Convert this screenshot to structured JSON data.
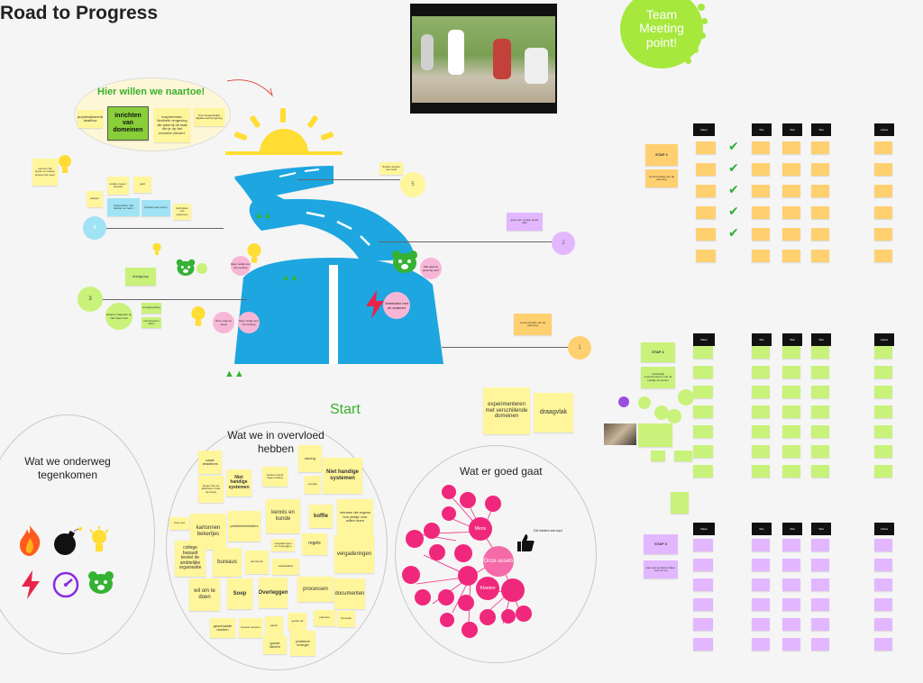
{
  "board": {
    "title": "Road to Progress",
    "goal_bubble": {
      "title": "Hier willen we naartoe!",
      "note_left": "geoptimaliseerde dealflow",
      "note_main": "inrichten van domeinen",
      "note_right": "Inspirerende, flexibele omgeving die past bij de taak die je op dat moment uitvoert.",
      "note_small": "Snel-toegankelijke digitale werkomgeving"
    },
    "team_meeting": "Team Meeting point!",
    "start": "Start",
    "path_notes": {
      "idea_left": "mensen zijn kopen en tussen simpel niet meer",
      "andere_types": "andere types / devices",
      "geld": "geld",
      "partij": "partijen",
      "vragen_aan": "Gesprekken met klanten en team",
      "blue_note": "Denken aan scrum",
      "small_top": "Gebruiken van systemen",
      "big_green": "doelgroep",
      "circle_under": "Moeilijke gesprekken op afstand",
      "rechts_boven": "Sneller werken met tools",
      "paars_note": "geen een unique ander plan",
      "pink_right": "Wat gaat de planning zijn?",
      "pink_mid": "Oud, moet en nieuw",
      "pink_mid2": "Meer nodig voor het overleg",
      "pink_lower": "Verbinden met de anderen",
      "orange_right": "communicatie van de planning",
      "green_lower_left": "Inkopen, begroten en ook meer inzet",
      "green_small1": "terugkoppeling",
      "green_small2": "Documenten delen"
    },
    "step_markers": {
      "s1": "1",
      "s2": "2",
      "s3": "3",
      "s4": "4",
      "s5": "5"
    },
    "center_notes": {
      "experimenteren": "experimenteren met verschillende domeinen",
      "draagvlak": "draagvlak"
    },
    "onderweg": {
      "title": "Wat we onderweg tegenkomen"
    },
    "overvloed": {
      "title": "Wat we in overvloed hebben",
      "notes": [
        "vaste deadlines",
        "Niet handige systemen",
        "werken vanuit eigen belang",
        "sturing",
        "Niet handige systemen",
        "dingen die we afspreken maar niet doen",
        "energie",
        "kennis en kunde",
        "koffie",
        "mensen die ergens hun plekje voor willen doen",
        "loop oud",
        "kartonnen bekertjes",
        "probleemdenkers",
        "vergaderingen",
        "regels",
        "vergaderingen en overleggen",
        "college bepaalt teveel de ambtelijke organisatie",
        "bureaus",
        "doorsturen",
        "werkplekken",
        "wil om te doen",
        "Soep",
        "Overleggen",
        "processen",
        "documenten",
        "geschaalde boeken",
        "bewust mensen",
        "papier",
        "goede wil",
        "planners",
        "Innovatie",
        "goede ideeën",
        "positieve energie"
      ]
    },
    "goed": {
      "title": "Wat er goed gaat",
      "center": "Onze assets",
      "node2": "Mens",
      "node3": "Klanten",
      "thumb": "Dit vinden we top!"
    },
    "table": {
      "headers": [
        "Taken",
        "Wie",
        "Wat",
        "Wat",
        "Acties"
      ],
      "stap1": "STAP 1",
      "stap1_sub": "communicatie van de planning",
      "stap2": "STAP 2",
      "stap2_sub": "Inzichtelijk experimenteren met de huidige domeinen",
      "stap3": "STAP 3",
      "stap3_sub": "plan van eenheid maken voor de top"
    },
    "colors": {
      "road": "#1ea6e0",
      "sun": "#ffdd33",
      "flame": "#ff5a1f",
      "bolt": "#e8244a",
      "gauge": "#8a2be2",
      "bear": "#35b234",
      "pink": "#f0287c",
      "team": "#a6e83c"
    }
  }
}
